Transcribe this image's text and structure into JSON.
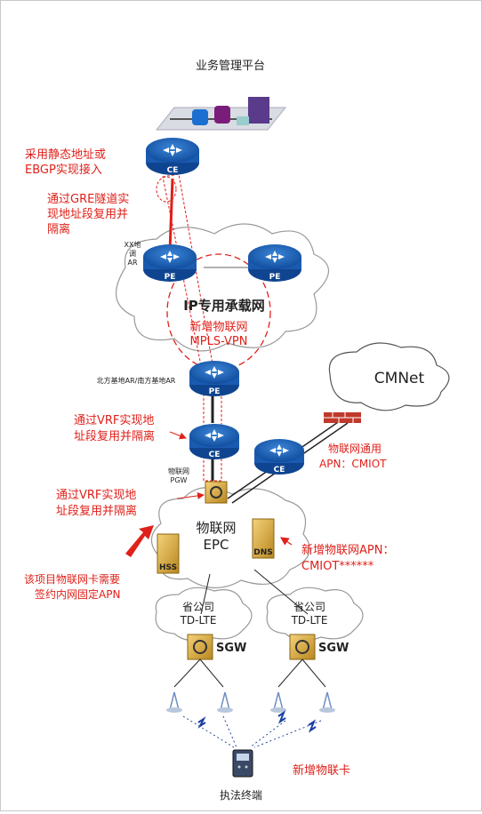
{
  "title": "业务管理平台",
  "annotations": {
    "static_addr": [
      "采用静态地址或",
      "EBGP实现接入"
    ],
    "gre": [
      "通过GRE隧道实",
      "现地址段复用并",
      "隔离"
    ],
    "vrf1": [
      "通过VRF实现地",
      "址段复用并隔离"
    ],
    "vrf2": [
      "通过VRF实现地",
      "址段复用并隔离"
    ],
    "sim": [
      "该项目物联网卡需要",
      "签约内网固定APN"
    ],
    "new_apn": [
      "新增物联网APN：",
      "CMIOT******"
    ],
    "iot_apn": [
      "物联网通用",
      "APN：CMIOT"
    ],
    "new_card": "新增物联卡"
  },
  "network": {
    "ip_net": "IP专用承载网",
    "mpls": [
      "新增物联网",
      "MPLS-VPN"
    ],
    "cmnet": "CMNet",
    "epc": [
      "物联网",
      "EPC"
    ],
    "province_a": [
      "省公司",
      "TD-LTE"
    ],
    "province_b": [
      "省公司",
      "TD-LTE"
    ]
  },
  "nodes": {
    "ce_top": "CE",
    "pe_left": "PE",
    "pe_right": "PE",
    "pe_mid": "PE",
    "ce_mid": "CE",
    "ce_right": "CE",
    "xx_ar": [
      "XX地",
      "调",
      "AR"
    ],
    "north_south_ar": "北方基地AR/南方基地AR",
    "pgw": [
      "物联网",
      "PGW"
    ],
    "hss": "HSS",
    "dns": "DNS",
    "sgw_left": "SGW",
    "sgw_right": "SGW",
    "terminal": "执法终端"
  }
}
